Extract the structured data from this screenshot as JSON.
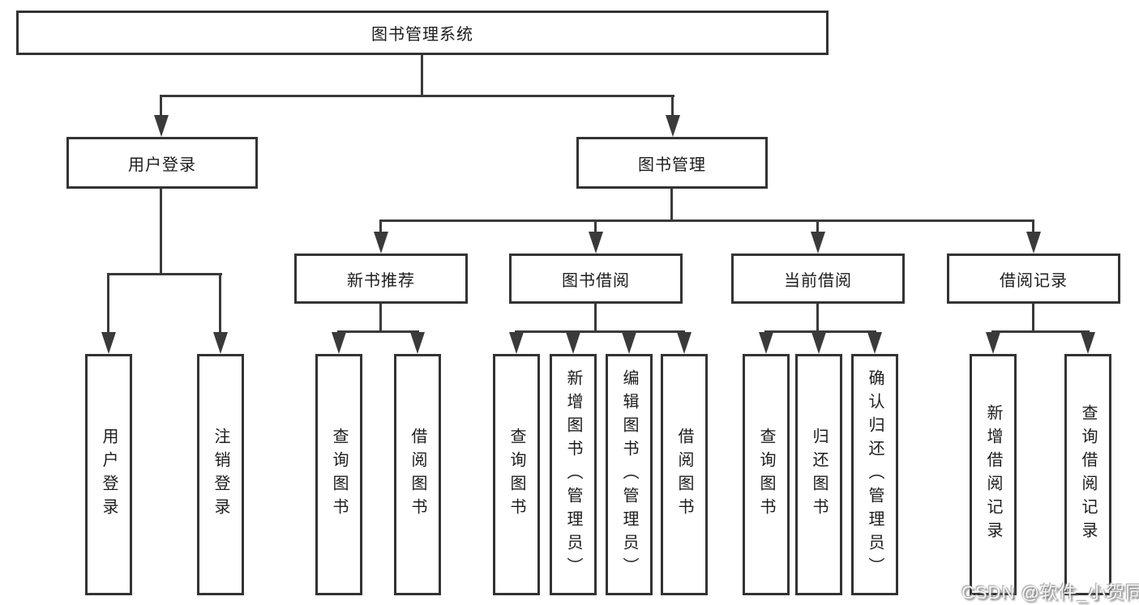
{
  "tree": {
    "root": {
      "label": "图书管理系统"
    },
    "user_login": {
      "label": "用户登录",
      "leaves": [
        "用户登录",
        "注销登录"
      ]
    },
    "book_mgmt": {
      "label": "图书管理",
      "groups": [
        {
          "label": "新书推荐",
          "leaves": [
            "查询图书",
            "借阅图书"
          ]
        },
        {
          "label": "图书借阅",
          "leaves": [
            "查询图书",
            "新增图书（管理员）",
            "编辑图书（管理员）",
            "借阅图书"
          ]
        },
        {
          "label": "当前借阅",
          "leaves": [
            "查询图书",
            "归还图书",
            "确认归还（管理员）"
          ]
        },
        {
          "label": "借阅记录",
          "leaves": [
            "新增借阅记录",
            "查询借阅记录"
          ]
        }
      ]
    }
  },
  "watermark": "CSDN @软件_小贺同学",
  "colors": {
    "line": "#3a3a3a",
    "border": "#333333",
    "text": "#1c1c1c",
    "bg": "#ffffff",
    "watermark": "#f5f5f5"
  }
}
